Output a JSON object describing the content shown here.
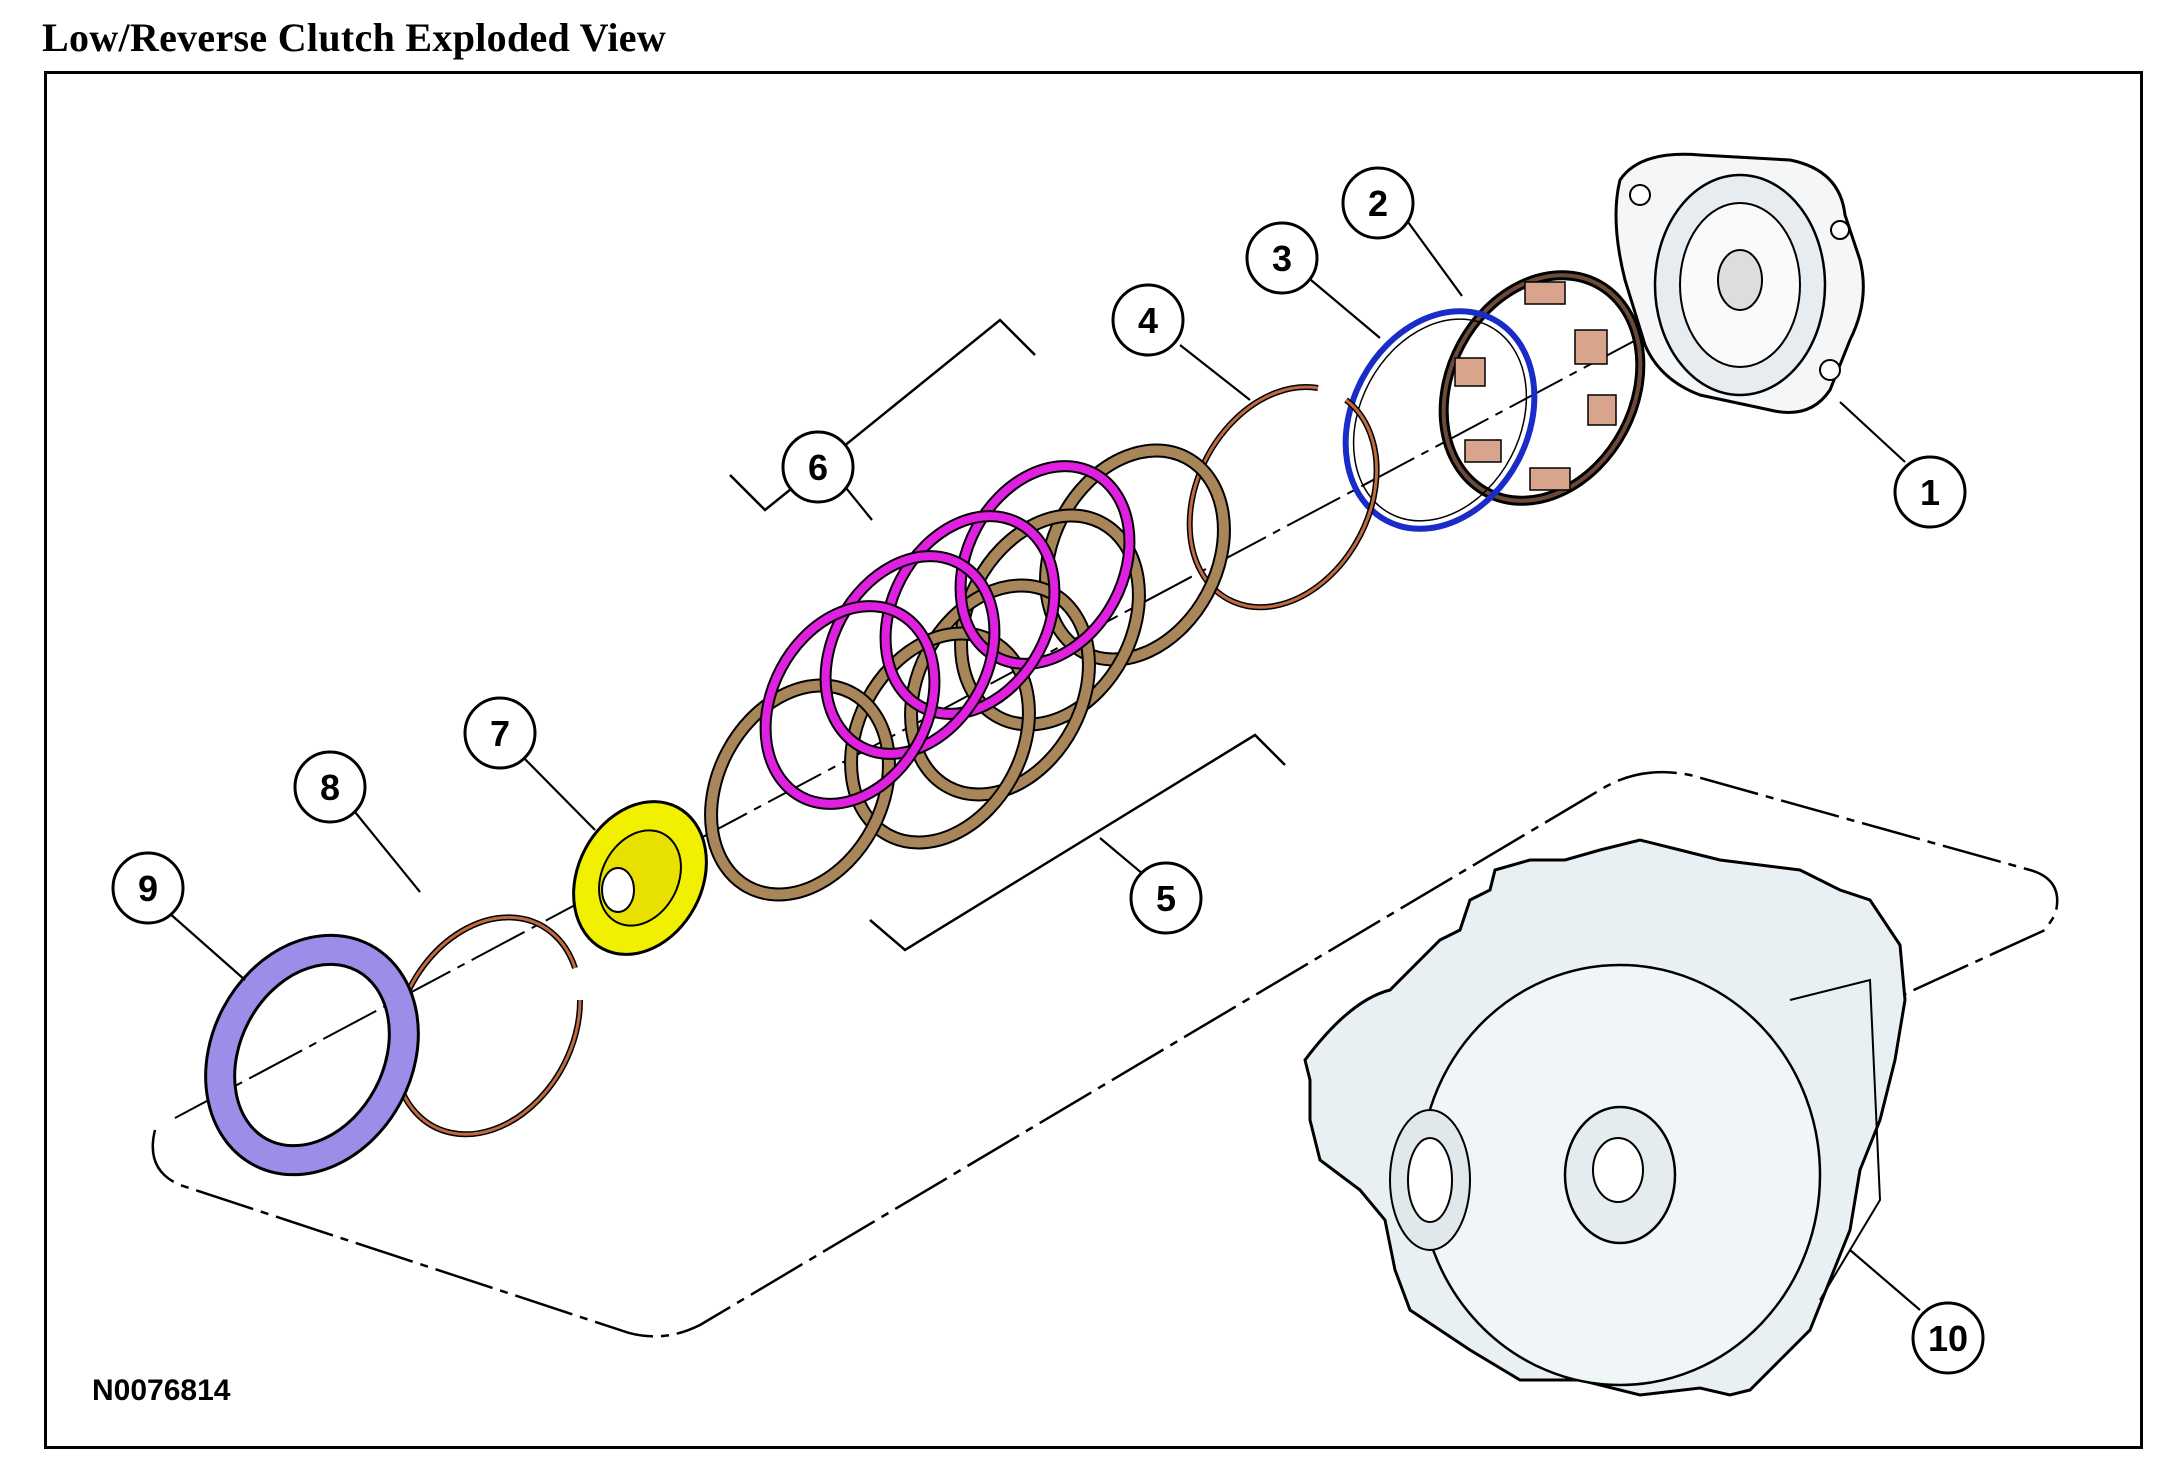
{
  "title": "Low/Reverse Clutch Exploded View",
  "figure_id": "N0076814",
  "callouts": [
    "1",
    "2",
    "3",
    "4",
    "5",
    "6",
    "7",
    "8",
    "9",
    "10"
  ],
  "colors": {
    "line": "#000000",
    "friction_plate": "#a8865a",
    "steel_plate": "#e020e0",
    "snap_ring": "#c06a40",
    "spring": "#1a2cc8",
    "hub": "#f0f000",
    "ring_gear": "#9a8ee8",
    "housing": "#e8f0f4"
  }
}
